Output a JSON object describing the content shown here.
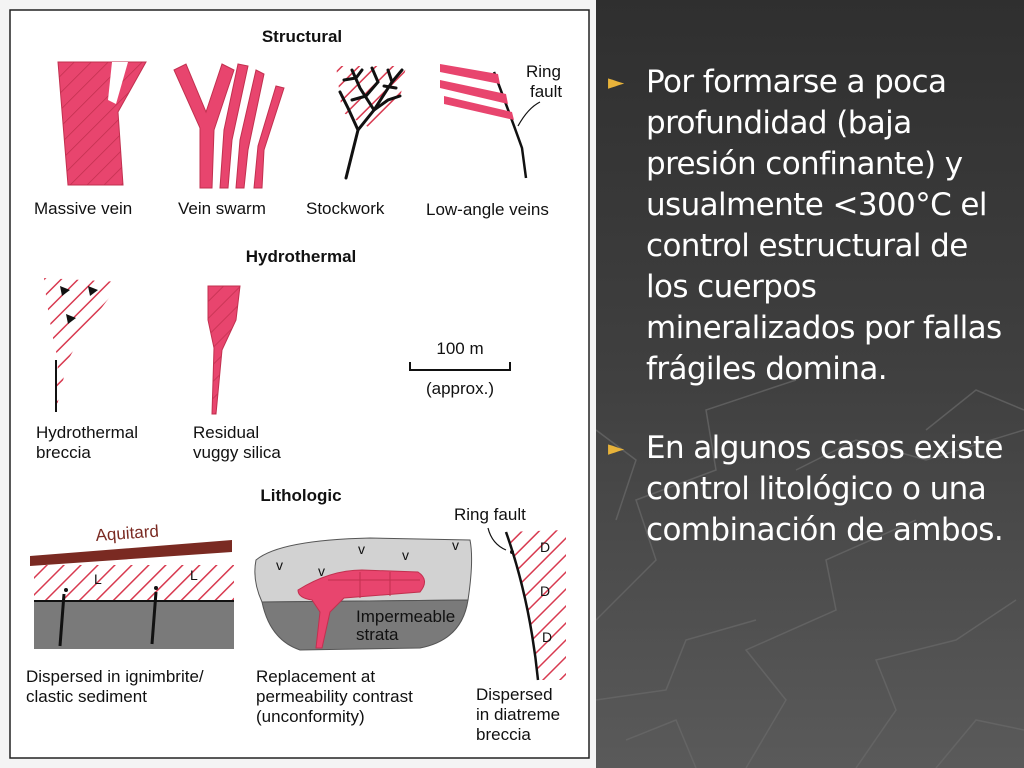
{
  "diagram": {
    "sections": {
      "structural": "Structural",
      "hydrothermal": "Hydrothermal",
      "lithologic": "Lithologic"
    },
    "labels": {
      "massive_vein": "Massive vein",
      "vein_swarm": "Vein swarm",
      "stockwork": "Stockwork",
      "low_angle_veins": "Low-angle veins",
      "ring_fault_line1": "Ring",
      "ring_fault_line2": "fault",
      "hydrothermal_breccia_line1": "Hydrothermal",
      "hydrothermal_breccia_line2": "breccia",
      "residual_silica_line1": "Residual",
      "residual_silica_line2": "vuggy silica",
      "scale_value": "100 m",
      "scale_note": "(approx.)",
      "aquitard": "Aquitard",
      "ring_fault_litho": "Ring fault",
      "impermeable_line1": "Impermeable",
      "impermeable_line2": "strata",
      "dispersed_ign_line1": "Dispersed in ignimbrite/",
      "dispersed_ign_line2": "clastic sediment",
      "replacement_line1": "Replacement at",
      "replacement_line2": "permeability contrast",
      "replacement_line3": "(unconformity)",
      "dispersed_diat_line1": "Dispersed",
      "dispersed_diat_line2": "in diatreme",
      "dispersed_diat_line3": "breccia",
      "rock_L": "L",
      "rock_v": "v",
      "rock_D": "D"
    },
    "colors": {
      "ore_pink": "#e8456e",
      "hatch_red": "#d83a50",
      "aquitard_brown": "#7a2a22",
      "gray_dark": "#7a7a7a",
      "gray_light": "#d2d2d2"
    }
  },
  "bullets": [
    {
      "marker": "►",
      "text": "Por formarse a poca profundidad (baja presión confinante) y usualmente <300°C el control estructural de los cuerpos mineralizados por fallas frágiles domina."
    },
    {
      "marker": "►",
      "text": "En algunos casos existe control litológico o una combinación de ambos."
    }
  ]
}
